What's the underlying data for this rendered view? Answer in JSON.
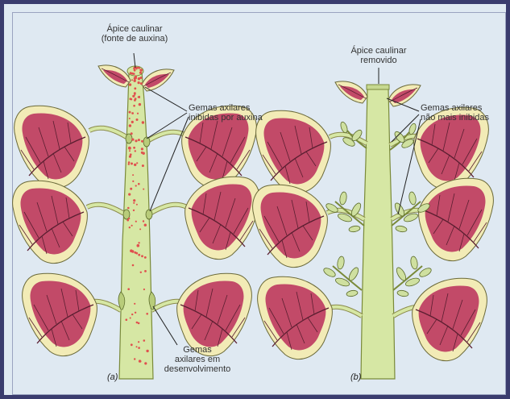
{
  "panels": [
    {
      "id": "a",
      "panel_label": "(a)",
      "apex_label_line1": "Ápice caulinar",
      "apex_label_line2": "(fonte de auxina)",
      "buds_label_line1": "Gemas axilares",
      "buds_label_line2": "inibidas por auxina",
      "dev_label_line1": "Gemas",
      "dev_label_line2": "axilares em",
      "dev_label_line3": "desenvolvimento"
    },
    {
      "id": "b",
      "panel_label": "(b)",
      "apex_label_line1": "Ápice caulinar",
      "apex_label_line2": "removido",
      "buds_label_line1": "Gemas axilares",
      "buds_label_line2": "não mais inibidas"
    }
  ],
  "colors": {
    "stem": "#d6e7a4",
    "leaf_edge": "#f2ebb6",
    "leaf_fill": "#c24a68",
    "leaf_vein": "#5a1e30",
    "auxin_dots": "#e0504e",
    "frame": "#3a3c6e",
    "background": "#dfe9f2"
  }
}
